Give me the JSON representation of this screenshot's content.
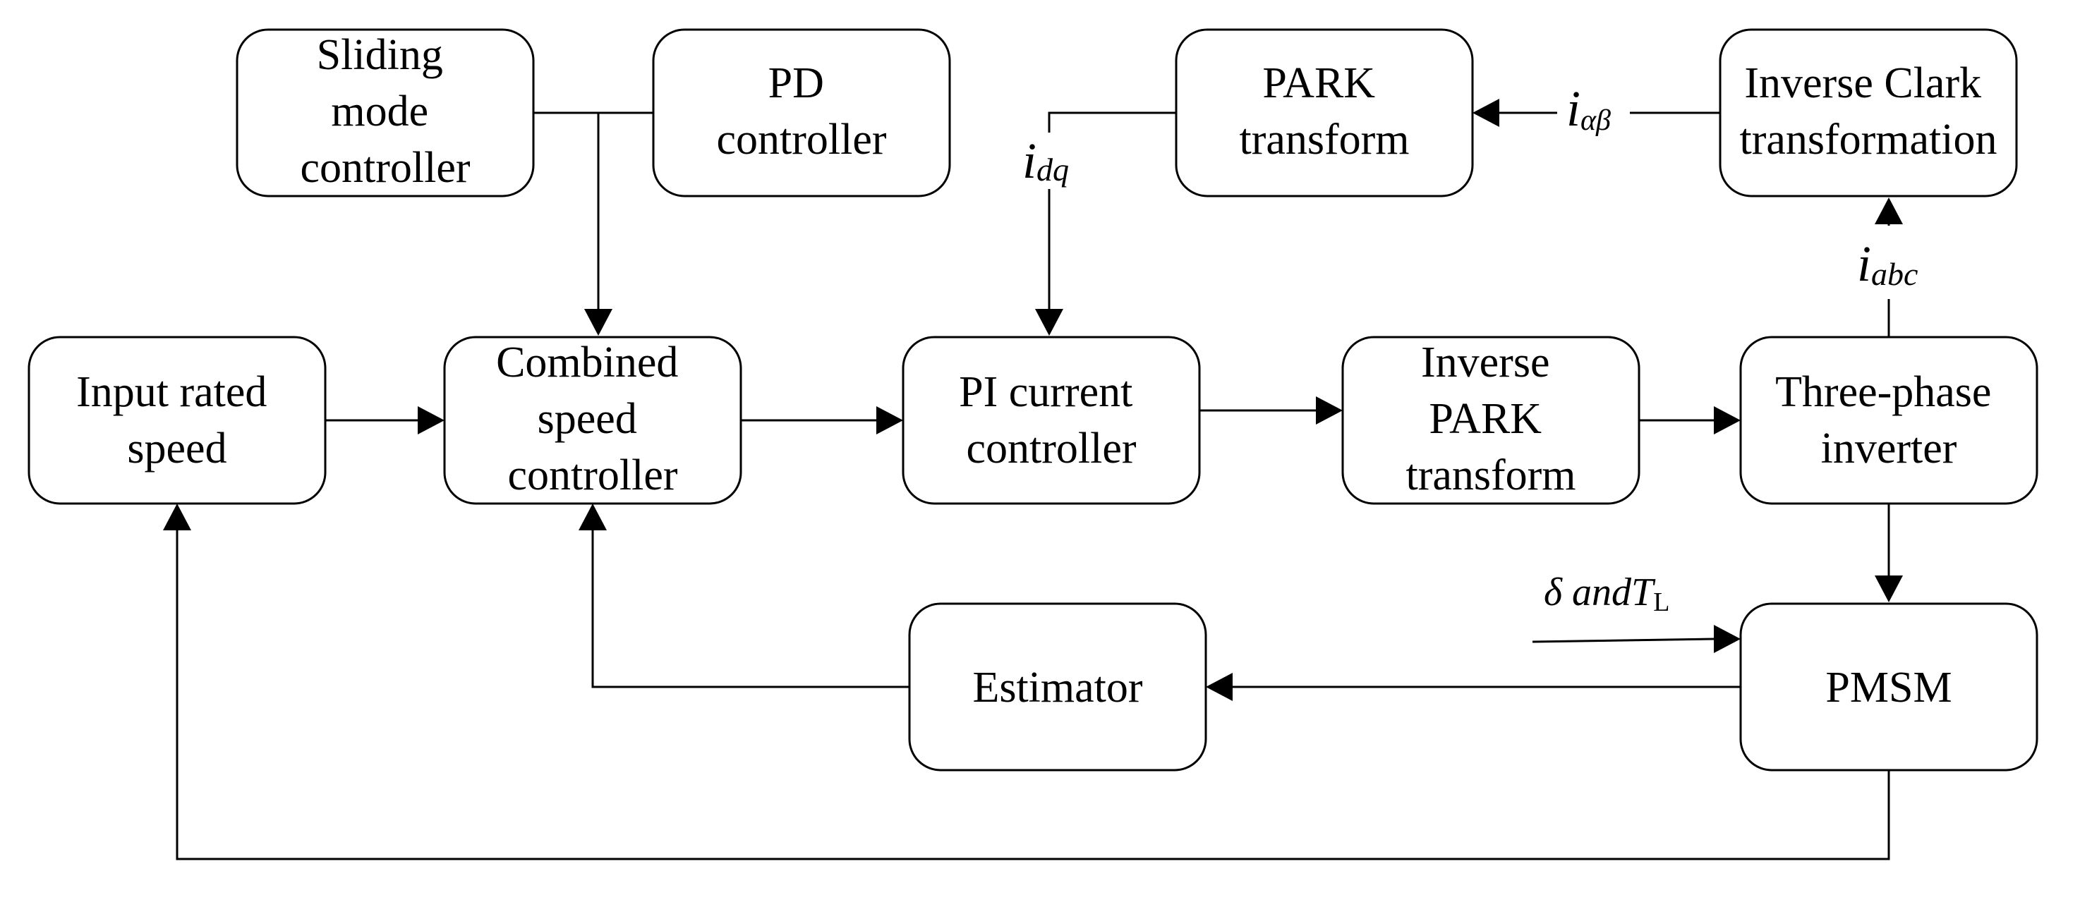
{
  "blocks": {
    "sliding_mode_controller": [
      "Sliding",
      "mode",
      "controller"
    ],
    "pd_controller": [
      "PD",
      "controller"
    ],
    "park_transform": [
      "PARK",
      "transform"
    ],
    "inverse_clark_transformation": [
      "Inverse Clark",
      "transformation"
    ],
    "input_rated_speed": [
      "Input rated",
      "speed"
    ],
    "combined_speed_controller": [
      "Combined",
      "speed",
      "controller"
    ],
    "pi_current_controller": [
      "PI current",
      "controller"
    ],
    "inverse_park_transform": [
      "Inverse",
      "PARK",
      "transform"
    ],
    "three_phase_inverter": [
      "Three-phase",
      "inverter"
    ],
    "estimator": [
      "Estimator"
    ],
    "pmsm": [
      "PMSM"
    ]
  },
  "signals": {
    "i_dq": {
      "base": "i",
      "sub": "dq"
    },
    "i_alpha_beta": {
      "base": "i",
      "sub": "αβ"
    },
    "i_abc": {
      "base": "i",
      "sub": "abc"
    },
    "disturbance": {
      "main": "δ andT",
      "sub": "L"
    }
  }
}
